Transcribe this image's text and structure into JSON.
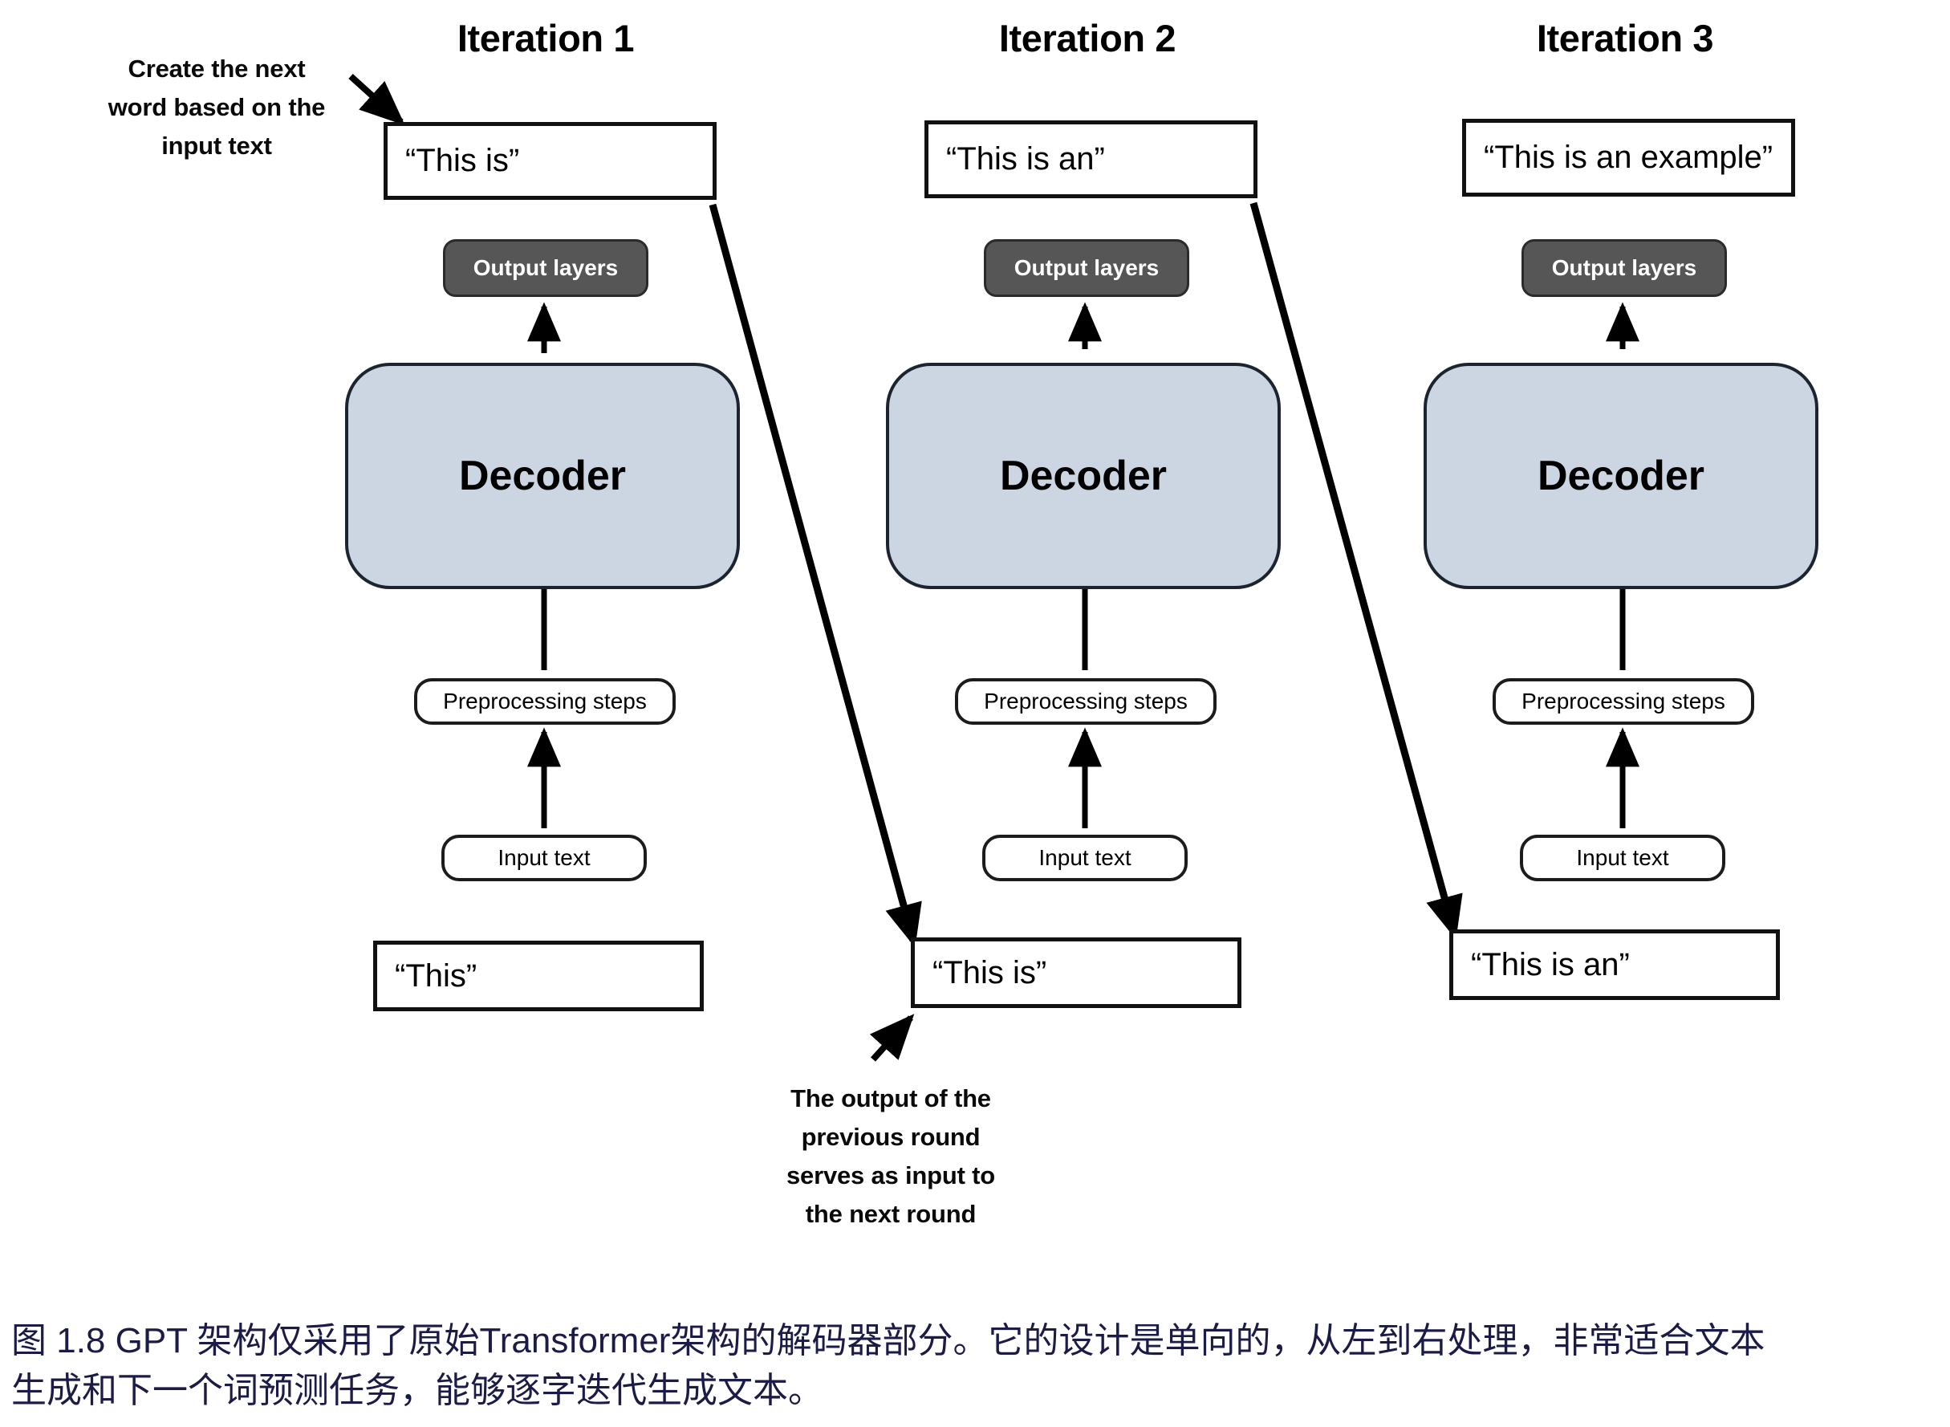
{
  "figure": {
    "caption_line1": "图 1.8  GPT 架构仅采用了原始Transformer架构的解码器部分。它的设计是单向的，从左到右处理，非常适合文本",
    "caption_line2": "生成和下一个词预测任务，能够逐字迭代生成文本。",
    "caption_color": "#1b1b47"
  },
  "colors": {
    "output_layers_fill": "#565656",
    "decoder_fill": "#ccd6e3",
    "box_border": "#111111",
    "arrow": "#000000"
  },
  "annotations": {
    "top_left": {
      "line1": "Create the next",
      "line2": "word based on the",
      "line3": "input text"
    },
    "bottom_middle": {
      "line1": "The output of the",
      "line2": "previous round",
      "line3": "serves as input to",
      "line4": "the next round"
    }
  },
  "shared_labels": {
    "output_layers": "Output layers",
    "decoder": "Decoder",
    "preprocessing": "Preprocessing steps",
    "input_text": "Input text"
  },
  "iterations": [
    {
      "title": "Iteration 1",
      "output_text": "“This is”",
      "input_box_text": "“This”"
    },
    {
      "title": "Iteration 2",
      "output_text": "“This is an”",
      "input_box_text": "“This is”"
    },
    {
      "title": "Iteration 3",
      "output_text": "“This is an example”",
      "input_box_text": "“This is an”"
    }
  ]
}
